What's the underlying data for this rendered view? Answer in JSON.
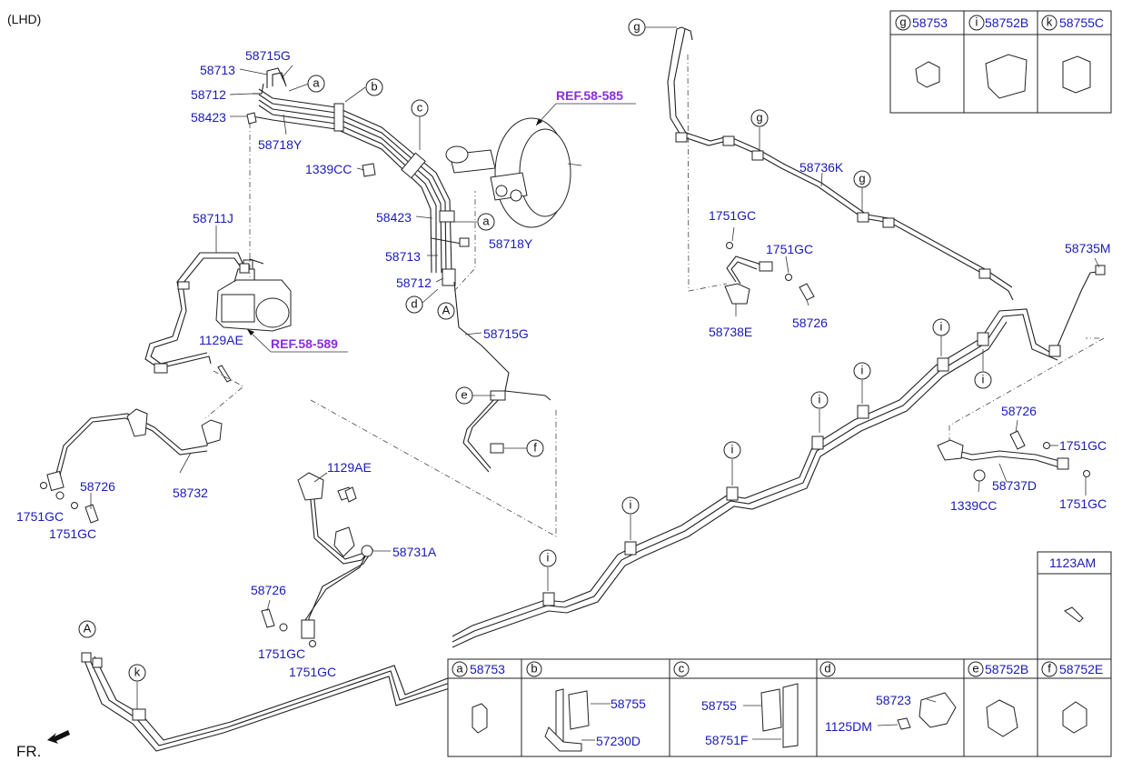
{
  "corner_label": "(LHD)",
  "direction_label": "FR.",
  "refs": {
    "booster": "REF.58-585",
    "hecu": "REF.58-589"
  },
  "labels": {
    "p58715G_top": "58715G",
    "p58713_top": "58713",
    "p58712_top": "58712",
    "p58423_top": "58423",
    "p58718Y_top": "58718Y",
    "p1339CC_top": "1339CC",
    "p58711J": "58711J",
    "p58423_mid": "58423",
    "p58718Y_mid": "58718Y",
    "p58713_mid": "58713",
    "p58712_mid": "58712",
    "p58715G_mid": "58715G",
    "p1129AE_left": "1129AE",
    "p58726_left": "58726",
    "p1751GC_left1": "1751GC",
    "p1751GC_left2": "1751GC",
    "p58732": "58732",
    "p1129AE_mid": "1129AE",
    "p58731A": "58731A",
    "p58726_mid": "58726",
    "p1751GC_mid1": "1751GC",
    "p1751GC_mid2": "1751GC",
    "p1751GC_rc1": "1751GC",
    "p1751GC_rc2": "1751GC",
    "p58726_rc": "58726",
    "p58738E": "58738E",
    "p58736K": "58736K",
    "p58735M": "58735M",
    "p58726_rr": "58726",
    "p1751GC_rr1": "1751GC",
    "p58737D": "58737D",
    "p1339CC_rr": "1339CC",
    "p1751GC_rr2": "1751GC"
  },
  "callouts": {
    "a": "a",
    "b": "b",
    "c": "c",
    "d": "d",
    "e": "e",
    "f": "f",
    "g": "g",
    "i": "i",
    "k": "k",
    "A": "A"
  },
  "top_table": [
    {
      "letter": "g",
      "part": "58753"
    },
    {
      "letter": "i",
      "part": "58752B"
    },
    {
      "letter": "k",
      "part": "58755C"
    }
  ],
  "side_box": {
    "part": "1123AM"
  },
  "bottom_table": [
    {
      "letter": "a",
      "part": "58753"
    },
    {
      "letter": "b",
      "part": ""
    },
    {
      "letter": "c",
      "part": ""
    },
    {
      "letter": "d",
      "part": ""
    },
    {
      "letter": "e",
      "part": "58752B"
    },
    {
      "letter": "f",
      "part": "58752E"
    }
  ],
  "bottom_cell_labels": {
    "b_58755": "58755",
    "b_57230D": "57230D",
    "c_58755": "58755",
    "c_58751F": "58751F",
    "d_58723": "58723",
    "d_1125DM": "1125DM"
  }
}
